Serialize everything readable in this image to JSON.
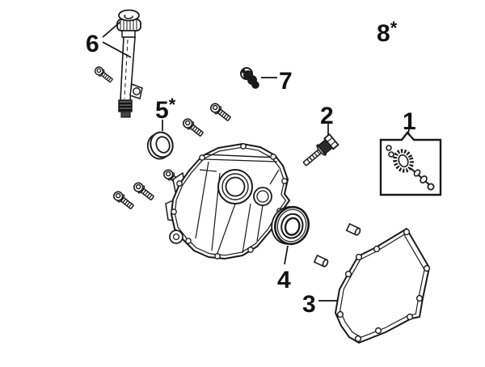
{
  "page": {
    "background": "#ffffff",
    "ink": "#1a1a1a"
  },
  "diagram": {
    "type": "exploded-parts-diagram",
    "callouts": [
      {
        "num": "1",
        "sup": "",
        "part": "governor-gear-kit-box"
      },
      {
        "num": "2",
        "sup": "",
        "part": "oil-drain-bolt"
      },
      {
        "num": "3",
        "sup": "",
        "part": "crankcase-cover-gasket"
      },
      {
        "num": "4",
        "sup": "",
        "part": "ball-bearing"
      },
      {
        "num": "5",
        "sup": "*",
        "part": "oil-seal"
      },
      {
        "num": "6",
        "sup": "",
        "part": "oil-filler-dipstick-tube"
      },
      {
        "num": "7",
        "sup": "",
        "part": "flange-bolt-face-view"
      },
      {
        "num": "8",
        "sup": "*",
        "part": "not-illustrated"
      }
    ]
  }
}
